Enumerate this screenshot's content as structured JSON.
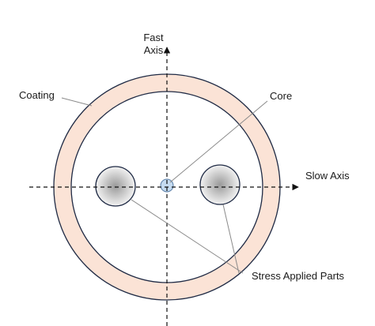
{
  "diagram": {
    "labels": {
      "fast_axis_line1": "Fast",
      "fast_axis_line2": "Axis",
      "slow_axis": "Slow Axis",
      "coating": "Coating",
      "core": "Core",
      "stress_parts": "Stress Applied Parts"
    },
    "colors": {
      "coating_fill": "#fbe3d6",
      "outline": "#1f2a44",
      "core_fill": "#c5dbf0",
      "core_stroke": "#5a7fa8",
      "stress_center": "#9a9a9a",
      "stress_edge": "#f2f2f2",
      "leader_line": "#8a8a8a",
      "axis_line": "#111111"
    }
  }
}
